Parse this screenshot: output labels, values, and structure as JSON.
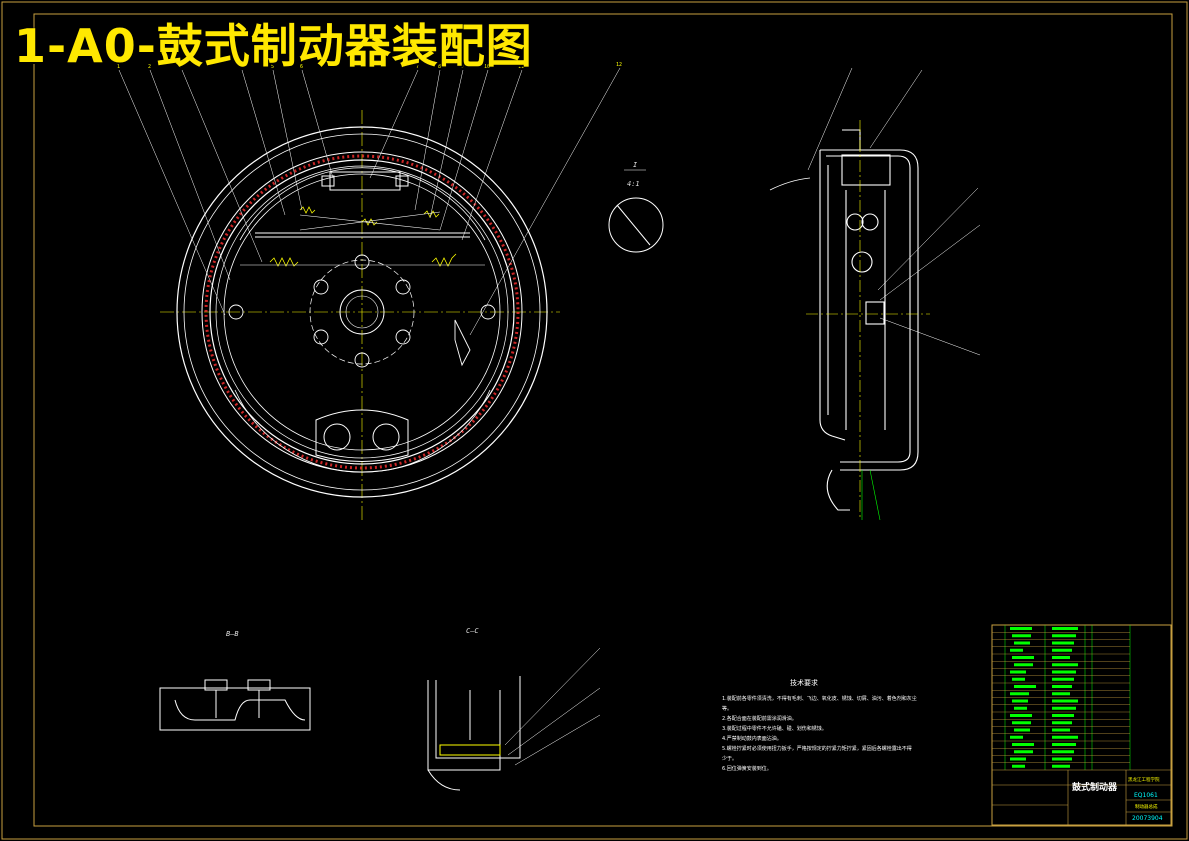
{
  "title": "1-A0-鼓式制动器装配图",
  "views": {
    "detail_label": "I",
    "detail_scale": "4:1",
    "section_bb": "B—B",
    "section_cc": "C—C"
  },
  "tech_requirements": {
    "heading": "技术要求",
    "items": [
      "1.装配前各零件须清洗，不得有毛刺、飞边、氧化皮、锈蚀、切屑、油污、着色剂和灰尘",
      "等。",
      "2.各配合面在装配前需涂润滑油。",
      "3.装配过程中零件不允许磕、碰、划伤和锈蚀。",
      "4.严禁制动鼓内表面沾油。",
      "5.螺栓拧紧时必须使用扭力扳手，严格按规定的拧紧力矩拧紧，紧固后各螺栓露出不得",
      "少于。",
      "6.回位弹簧安装到位。"
    ]
  },
  "title_block": {
    "drawing_name": "鼓式制动器",
    "school": "黑龙江工程学院",
    "code": "EQ1061",
    "subtitle": "制动器总成",
    "number": "20073904"
  },
  "colors": {
    "background": "#000000",
    "border": "#c8a040",
    "line": "#ffffff",
    "yellow": "#ffff00",
    "green": "#00ff00",
    "cyan": "#00ffff",
    "red": "#ff3030",
    "title": "#ffe800"
  }
}
